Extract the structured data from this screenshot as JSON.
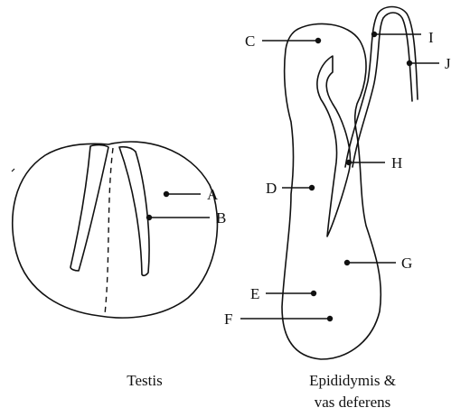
{
  "captions": {
    "testis": "Testis",
    "epididymis_line1": "Epididymis &",
    "epididymis_line2": "vas deferens"
  },
  "labels": {
    "A": "A",
    "B": "B",
    "C": "C",
    "D": "D",
    "E": "E",
    "F": "F",
    "G": "G",
    "H": "H",
    "I": "I",
    "J": "J"
  },
  "colors": {
    "ink": "#111111",
    "background": "#ffffff"
  }
}
